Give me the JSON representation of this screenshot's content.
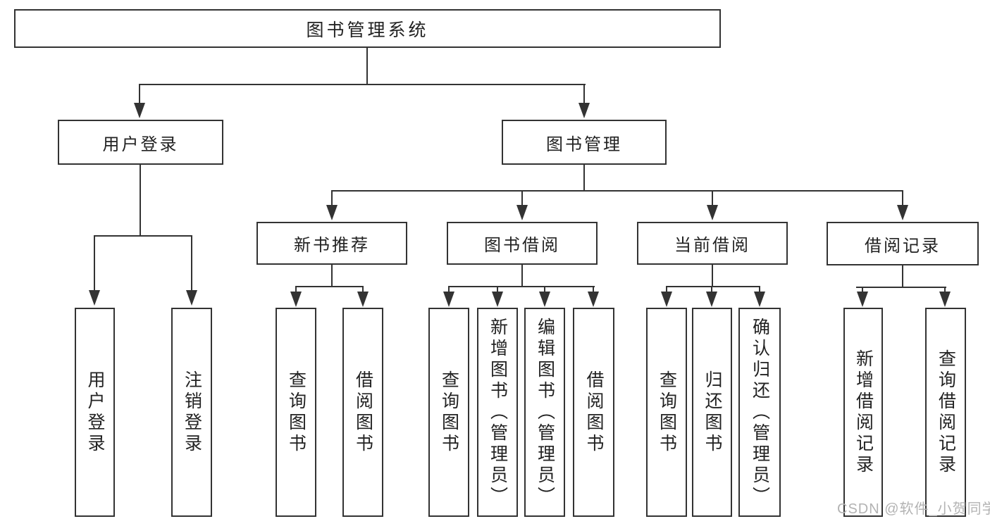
{
  "diagram": {
    "root": {
      "label": "图书管理系统"
    },
    "level2": [
      {
        "label": "用户登录"
      },
      {
        "label": "图书管理"
      }
    ],
    "level3": [
      {
        "label": "新书推荐"
      },
      {
        "label": "图书借阅"
      },
      {
        "label": "当前借阅"
      },
      {
        "label": "借阅记录"
      }
    ],
    "leaves": {
      "user_login": [
        {
          "label": "用户登录"
        },
        {
          "label": "注销登录"
        }
      ],
      "new_book": [
        {
          "label": "查询图书"
        },
        {
          "label": "借阅图书"
        }
      ],
      "book_borrow": [
        {
          "label": "查询图书"
        },
        {
          "label": "新增图书（管理员）"
        },
        {
          "label": "编辑图书（管理员）"
        },
        {
          "label": "借阅图书"
        }
      ],
      "current_borrow": [
        {
          "label": "查询图书"
        },
        {
          "label": "归还图书"
        },
        {
          "label": "确认归还（管理员）"
        }
      ],
      "borrow_records": [
        {
          "label": "新增借阅记录"
        },
        {
          "label": "查询借阅记录"
        }
      ]
    }
  },
  "watermark": {
    "text": "CSDN @软件_小贺同学"
  },
  "colors": {
    "line": "#333333",
    "box_background": "#ffffff",
    "text": "#222222",
    "watermark": "#b3b3b3"
  }
}
